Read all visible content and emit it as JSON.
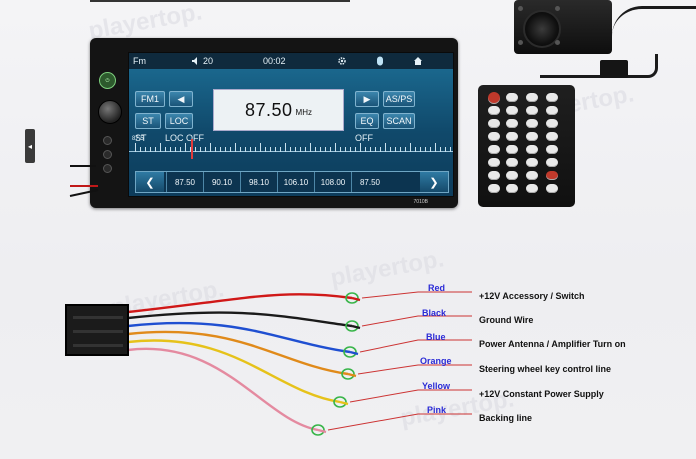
{
  "watermark": {
    "text": "playertop."
  },
  "head_unit": {
    "status_bar": {
      "source": "Fm",
      "volume": "20",
      "time": "00:02"
    },
    "buttons": {
      "band": "FM1",
      "prev": "◀",
      "next": "▶",
      "as_ps": "AS/PS",
      "st": "ST",
      "loc": "LOC",
      "eq": "EQ",
      "scan": "SCAN"
    },
    "frequency": {
      "value": "87.50",
      "unit": "MHz"
    },
    "indicators": {
      "st": "ST",
      "loc_off": "LOC OFF",
      "off": "OFF"
    },
    "tuner_start": "87.5",
    "presets": [
      "87.50",
      "90.10",
      "98.10",
      "106.10",
      "108.00",
      "87.50"
    ],
    "model": "7010B"
  },
  "wiring": {
    "wires": [
      {
        "color_name": "Red",
        "function": "+12V  Accessory / Switch",
        "hex": "#d01818"
      },
      {
        "color_name": "Black",
        "function": "Ground Wire",
        "hex": "#1a1a1a"
      },
      {
        "color_name": "Blue",
        "function": "Power Antenna / Amplifier Turn on",
        "hex": "#1f4fd1"
      },
      {
        "color_name": "Orange",
        "function": "Steering wheel key control line",
        "hex": "#e08a1a"
      },
      {
        "color_name": "Yellow",
        "function": "+12V Constant Power Supply",
        "hex": "#e6c21a"
      },
      {
        "color_name": "Pink",
        "function": "Backing line",
        "hex": "#e48aa0"
      }
    ]
  },
  "colors": {
    "screen": "#10496b",
    "label_blue": "#2b2bd6",
    "leader_line": "#cc3333",
    "clip_green": "#39b54a"
  }
}
